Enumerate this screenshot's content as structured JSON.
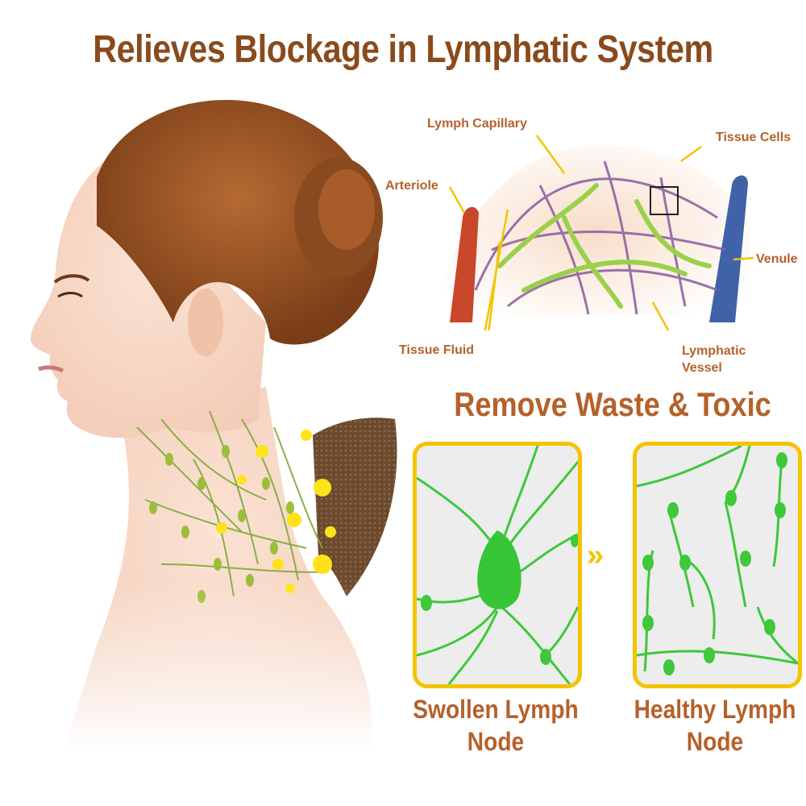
{
  "headline": "Relieves Blockage in Lymphatic System",
  "diagram": {
    "labels": {
      "lymph_capillary": "Lymph Capillary",
      "tissue_cells": "Tissue Cells",
      "arteriole": "Arteriole",
      "venule": "Venule",
      "tissue_fluid": "Tissue Fluid",
      "lymphatic_vessel_line1": "Lymphatic",
      "lymphatic_vessel_line2": "Vessel"
    }
  },
  "subhead": "Remove Waste & Toxic",
  "comparison": {
    "left_caption_line1": "Swollen Lymph",
    "left_caption_line2": "Node",
    "right_caption_line1": "Healthy Lymph",
    "right_caption_line2": "Node",
    "arrow_symbol": "»"
  },
  "colors": {
    "headline": "#8a4a1c",
    "label": "#b5612a",
    "accent_yellow": "#f3c400",
    "lymph_green": "#3ec83a",
    "artery_red": "#c9472a",
    "vein_blue": "#3f62a8",
    "patch_brown": "#6b4a2e"
  }
}
